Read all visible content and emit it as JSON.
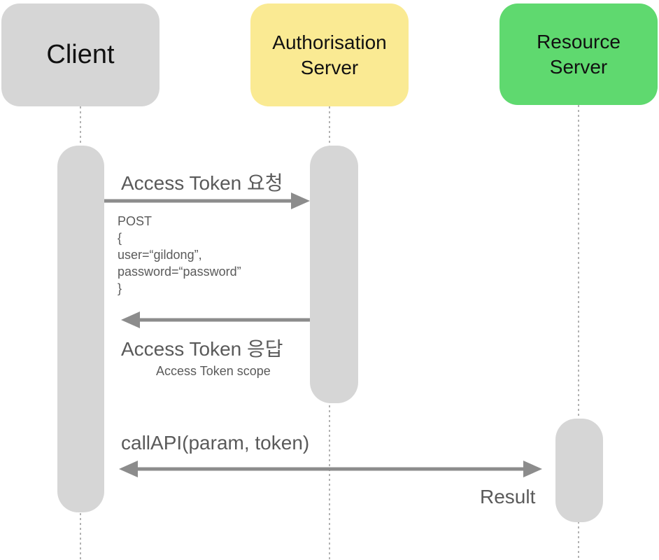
{
  "actors": {
    "client": {
      "label": "Client",
      "color": "#d6d6d6"
    },
    "auth": {
      "label": "Authorisation\nServer",
      "color": "#faea93"
    },
    "resource": {
      "label": "Resource\nServer",
      "color": "#5fd96f"
    }
  },
  "colors": {
    "lifeline": "#9a9a9a",
    "activation": "#d6d6d6",
    "arrow": "#8c8c8c",
    "text": "#5a5a5a"
  },
  "messages": {
    "token_request": {
      "label": "Access Token 요청",
      "body": "POST\n{\nuser=“gildong”,\npassword=“password”\n}"
    },
    "token_response": {
      "label": "Access Token 응답",
      "detail": "Access Token scope"
    },
    "call_api": {
      "label": "callAPI(param, token)",
      "result": "Result"
    }
  }
}
